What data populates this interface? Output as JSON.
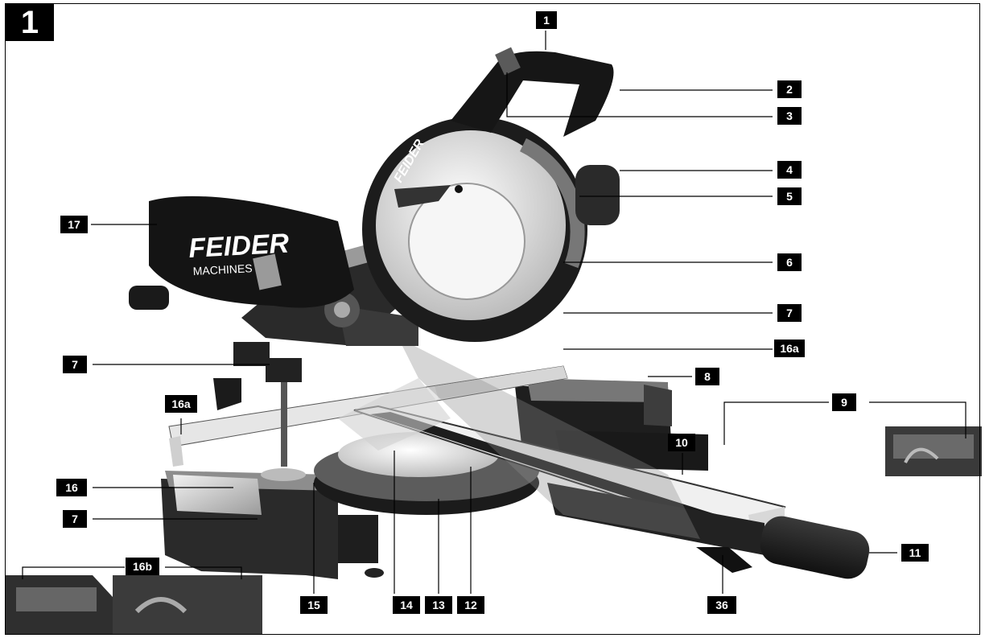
{
  "figure_number": "1",
  "brand": {
    "name": "FEIDER",
    "sub": "MACHINES"
  },
  "callouts": [
    {
      "id": "c1",
      "label": "1"
    },
    {
      "id": "c2",
      "label": "2"
    },
    {
      "id": "c3",
      "label": "3"
    },
    {
      "id": "c4",
      "label": "4"
    },
    {
      "id": "c5",
      "label": "5"
    },
    {
      "id": "c6",
      "label": "6"
    },
    {
      "id": "c7r",
      "label": "7"
    },
    {
      "id": "c16ar",
      "label": "16a"
    },
    {
      "id": "c8",
      "label": "8"
    },
    {
      "id": "c9",
      "label": "9"
    },
    {
      "id": "c10",
      "label": "10"
    },
    {
      "id": "c11",
      "label": "11"
    },
    {
      "id": "c36",
      "label": "36"
    },
    {
      "id": "c12",
      "label": "12"
    },
    {
      "id": "c13",
      "label": "13"
    },
    {
      "id": "c14",
      "label": "14"
    },
    {
      "id": "c15",
      "label": "15"
    },
    {
      "id": "c16b",
      "label": "16b"
    },
    {
      "id": "c7b",
      "label": "7"
    },
    {
      "id": "c16",
      "label": "16"
    },
    {
      "id": "c16al",
      "label": "16a"
    },
    {
      "id": "c7l",
      "label": "7"
    },
    {
      "id": "c17",
      "label": "17"
    }
  ]
}
